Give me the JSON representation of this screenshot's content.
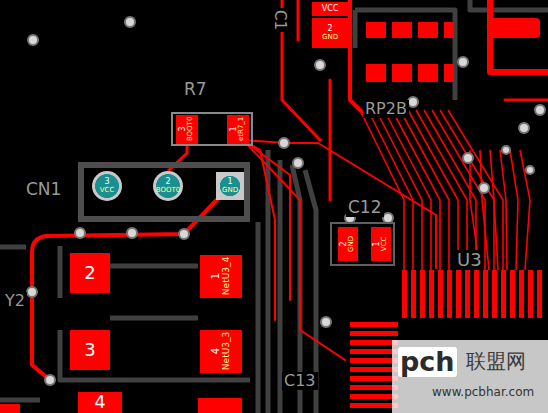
{
  "diagram": {
    "nodes": [
      {
        "text": [
          "VCC"
        ]
      },
      {
        "text": [
          "2",
          "GND"
        ]
      },
      {
        "text": [
          "R7"
        ]
      },
      {
        "text": [
          "3",
          "BOOT0"
        ],
        "in": 2
      },
      {
        "text": [
          "1",
          "etR7_1"
        ],
        "in": 2
      },
      {
        "text": [
          "CN1"
        ]
      },
      {
        "text": [
          "3",
          "VCC"
        ],
        "in": 5
      },
      {
        "text": [
          "2",
          "BOOT0"
        ],
        "in": 5
      },
      {
        "text": [
          "1",
          "GND"
        ],
        "in": 5
      },
      {
        "text": [
          "C12"
        ]
      },
      {
        "text": [
          "2",
          "GND"
        ],
        "in": 9
      },
      {
        "text": [
          "1",
          "VCC"
        ],
        "in": 9
      },
      {
        "text": [
          "2"
        ]
      },
      {
        "text": [
          "1",
          "NetU3_4"
        ]
      },
      {
        "text": [
          "3"
        ]
      },
      {
        "text": [
          "4",
          "NetU3_3"
        ]
      },
      {
        "text": [
          "4"
        ]
      }
    ],
    "edges": [
      {
        "from": 3,
        "to": 7,
        "arrow": "none"
      }
    ],
    "labels": [
      "C1",
      "RP2B",
      "U3",
      "Y2",
      "C13",
      "pch",
      "联盟网",
      "www.pcbhar.com"
    ]
  }
}
